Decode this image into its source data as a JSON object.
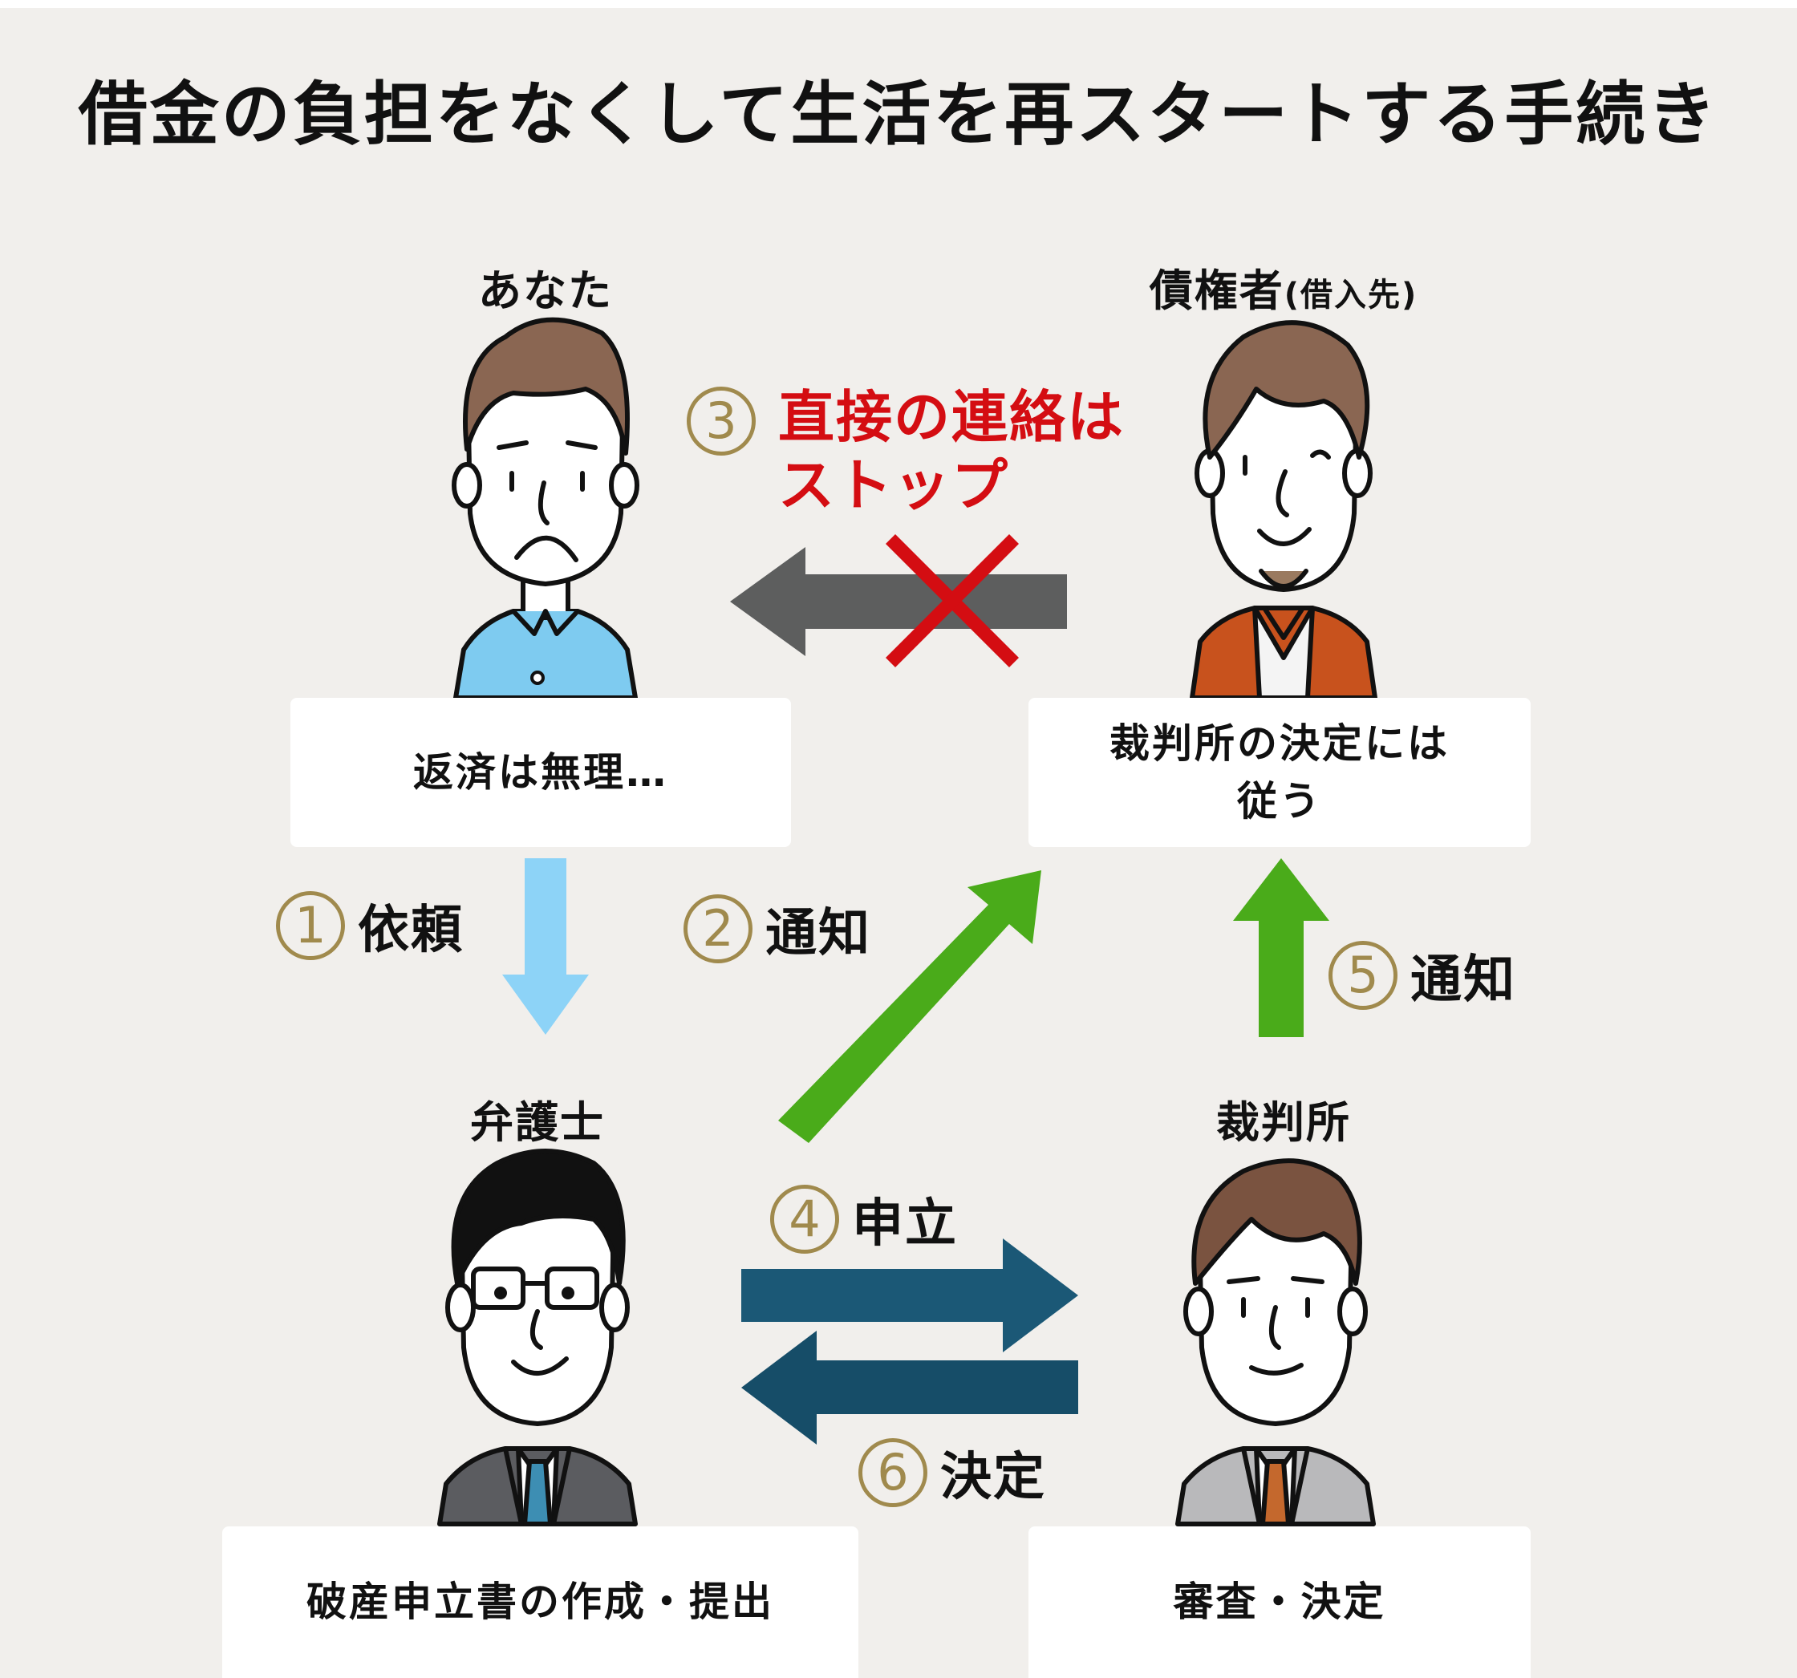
{
  "title": "借金の負担をなくして生活を再スタートする手続き",
  "actors": {
    "you": {
      "label": "あなた",
      "box": "返済は無理…"
    },
    "creditor": {
      "label": "債権者",
      "label_sub": "(借入先)",
      "box_line1": "裁判所の決定には",
      "box_line2": "従う"
    },
    "lawyer": {
      "label": "弁護士",
      "box": "破産申立書の作成・提出"
    },
    "court": {
      "label": "裁判所",
      "box": "審査・決定"
    }
  },
  "steps": [
    {
      "num": "1",
      "label": "依頼"
    },
    {
      "num": "2",
      "label": "通知"
    },
    {
      "num": "3",
      "label_line1": "直接の連絡は",
      "label_line2": "ストップ"
    },
    {
      "num": "4",
      "label": "申立"
    },
    {
      "num": "5",
      "label": "通知"
    },
    {
      "num": "6",
      "label": "決定"
    }
  ],
  "icons": {
    "you": "man-worried-icon",
    "creditor": "man-smiling-icon",
    "lawyer": "lawyer-glasses-icon",
    "court": "judge-icon",
    "blocked": "red-x-icon"
  },
  "colors": {
    "background": "#f1efec",
    "step_circle": "#a08a4d",
    "stop_text": "#d40d12",
    "arrow_request": "#8dd3f7",
    "arrow_notify": "#4aab1a",
    "arrow_blocked": "#5d5e5e",
    "arrow_petition": "#1b5876",
    "arrow_decision": "#164d68"
  }
}
